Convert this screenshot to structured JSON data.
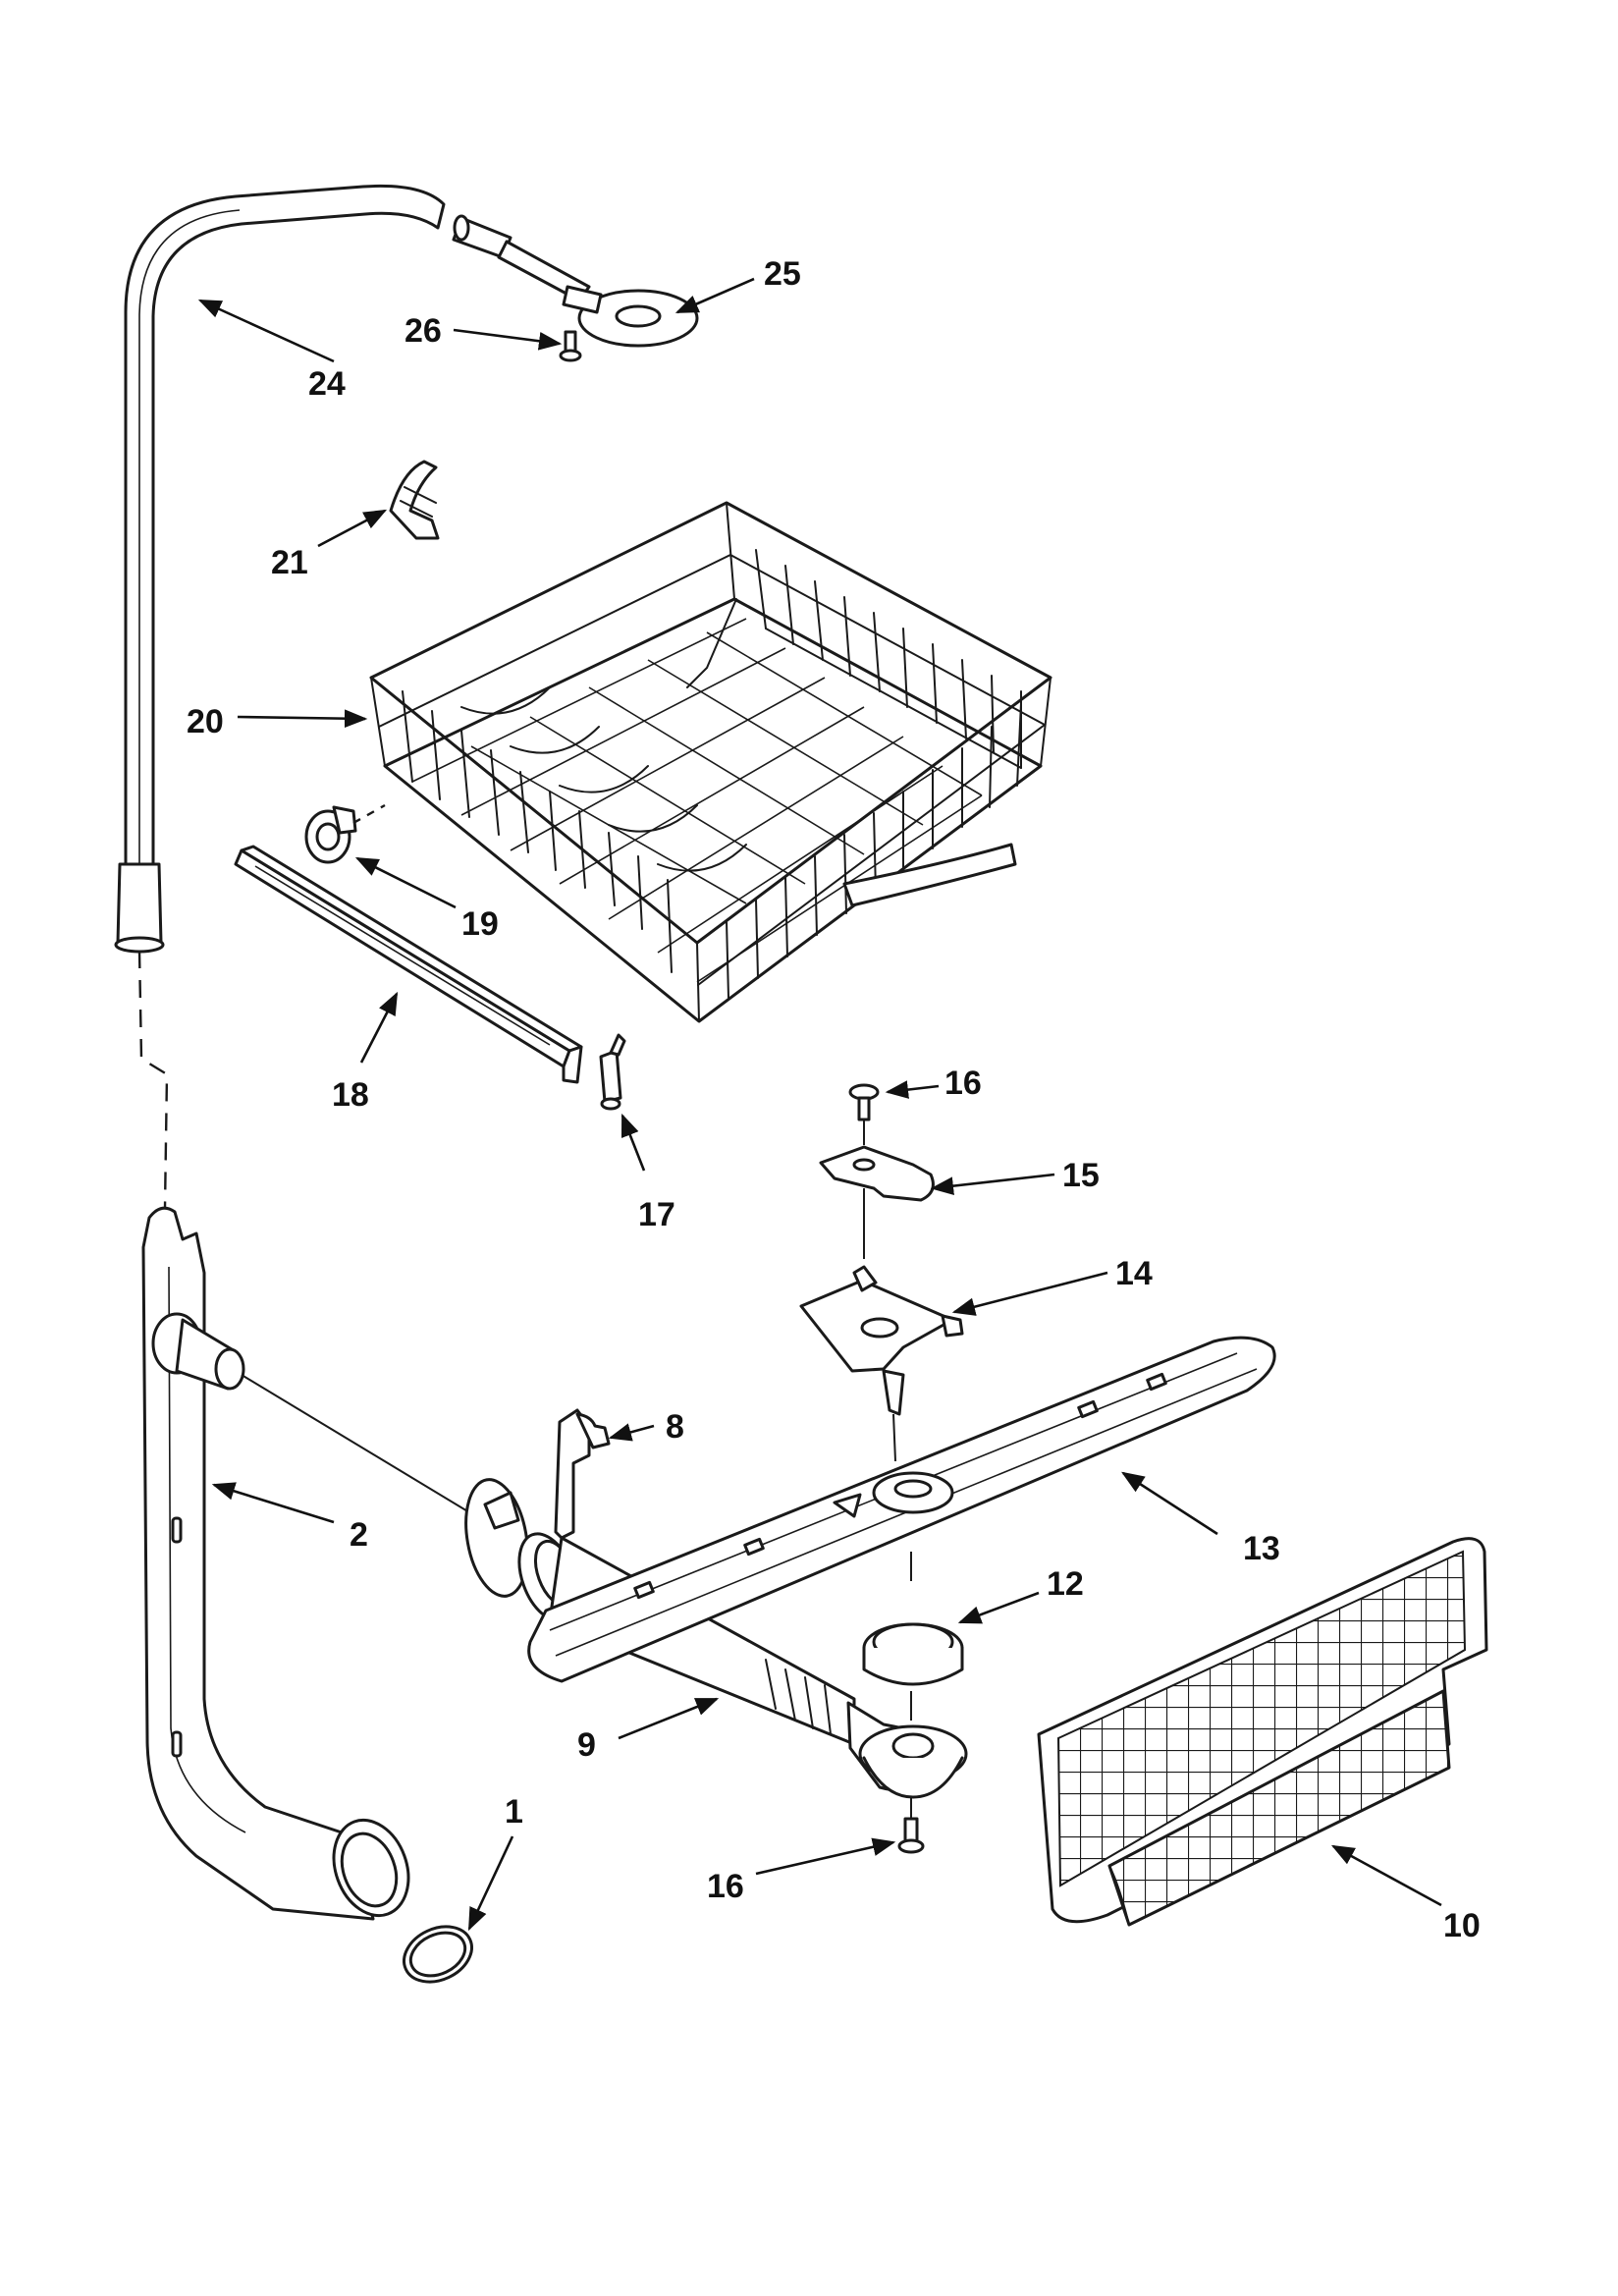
{
  "callouts": [
    {
      "id": "c1",
      "text": "1"
    },
    {
      "id": "c2",
      "text": "2"
    },
    {
      "id": "c8",
      "text": "8"
    },
    {
      "id": "c9",
      "text": "9"
    },
    {
      "id": "c10",
      "text": "10"
    },
    {
      "id": "c12",
      "text": "12"
    },
    {
      "id": "c13",
      "text": "13"
    },
    {
      "id": "c14",
      "text": "14"
    },
    {
      "id": "c15",
      "text": "15"
    },
    {
      "id": "c16a",
      "text": "16"
    },
    {
      "id": "c16b",
      "text": "16"
    },
    {
      "id": "c17",
      "text": "17"
    },
    {
      "id": "c18",
      "text": "18"
    },
    {
      "id": "c19",
      "text": "19"
    },
    {
      "id": "c20",
      "text": "20"
    },
    {
      "id": "c21",
      "text": "21"
    },
    {
      "id": "c24",
      "text": "24"
    },
    {
      "id": "c25",
      "text": "25"
    },
    {
      "id": "c26",
      "text": "26"
    }
  ]
}
